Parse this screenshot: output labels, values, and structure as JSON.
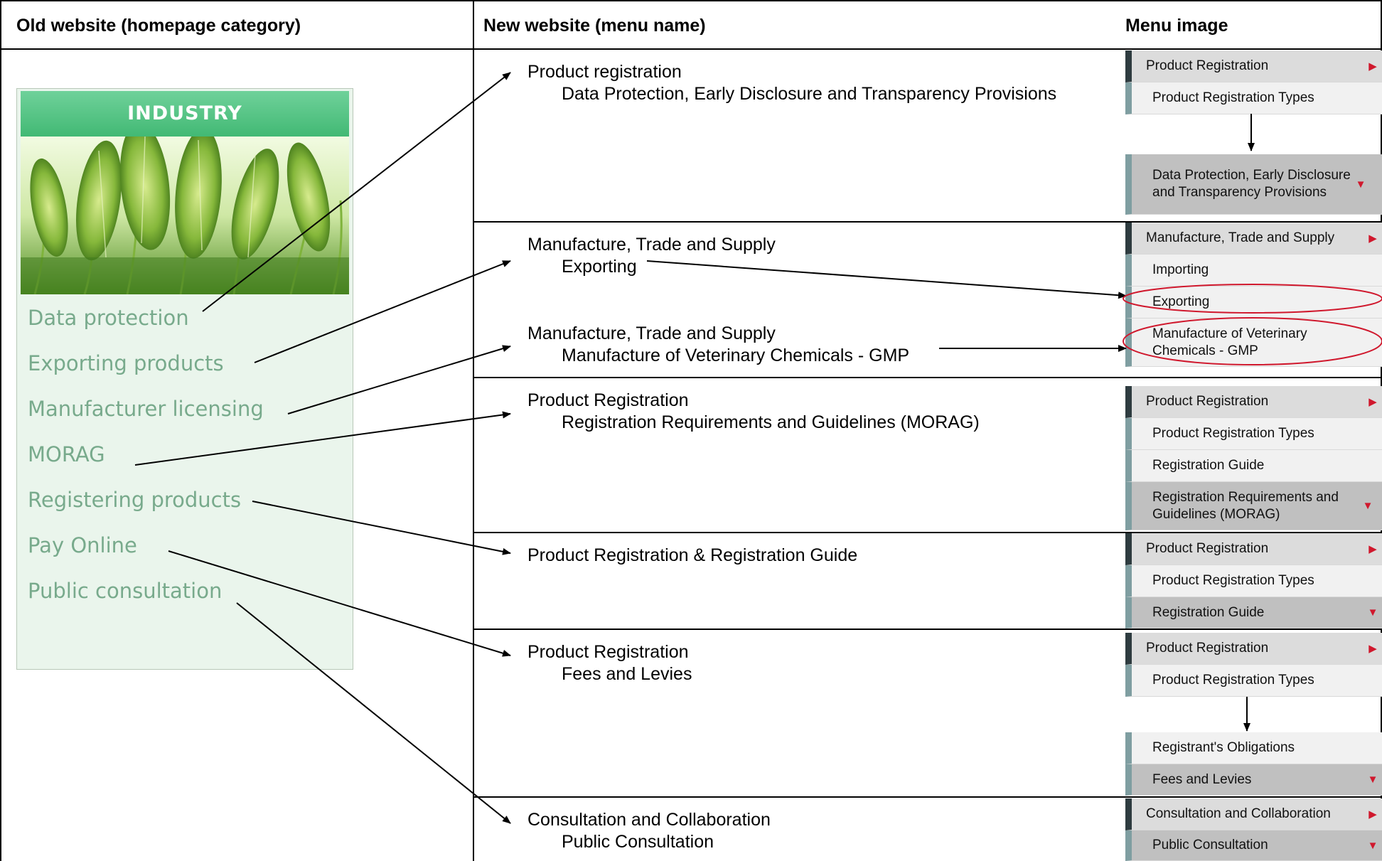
{
  "headers": {
    "old": "Old website (homepage category)",
    "new": "New website (menu name)",
    "image": "Menu image"
  },
  "old_panel": {
    "title": "INDUSTRY",
    "links": [
      "Data protection",
      "Exporting products",
      "Manufacturer licensing",
      "MORAG",
      "Registering products",
      "Pay Online",
      "Public consultation"
    ]
  },
  "new_site": [
    {
      "menu": "Product registration",
      "sub": "Data Protection, Early Disclosure and Transparency Provisions"
    },
    {
      "menu": "Manufacture, Trade and Supply",
      "sub": "Exporting"
    },
    {
      "menu": "Manufacture, Trade and Supply",
      "sub": "Manufacture of Veterinary Chemicals - GMP"
    },
    {
      "menu": "Product Registration",
      "sub": "Registration Requirements and Guidelines (MORAG)"
    },
    {
      "menu": "Product Registration & Registration Guide",
      "sub": ""
    },
    {
      "menu": "Product Registration",
      "sub": "Fees and Levies"
    },
    {
      "menu": "Consultation and Collaboration",
      "sub": "Public Consultation"
    }
  ],
  "menu_images": {
    "m1": {
      "top": "Product Registration",
      "sub": "Product Registration Types",
      "sel": "Data Protection, Early Disclosure and Transparency Provisions"
    },
    "m2": {
      "top": "Manufacture, Trade and Supply",
      "items": [
        "Importing",
        "Exporting",
        "Manufacture of Veterinary Chemicals - GMP"
      ]
    },
    "m3": {
      "top": "Product Registration",
      "items": [
        "Product Registration Types",
        "Registration Guide"
      ],
      "sel": "Registration Requirements and Guidelines (MORAG)"
    },
    "m4": {
      "top": "Product Registration",
      "sub": "Product Registration Types",
      "sel": "Registration Guide"
    },
    "m5": {
      "top": "Product Registration",
      "sub": "Product Registration Types",
      "items": [
        "Registrant's Obligations"
      ],
      "sel": "Fees and Levies"
    },
    "m6": {
      "top": "Consultation and Collaboration",
      "sel": "Public Consultation"
    }
  },
  "colors": {
    "highlight_ellipse": "#d0182d",
    "panel_header": "#4cbd7c",
    "link_text": "#78aa8c"
  }
}
